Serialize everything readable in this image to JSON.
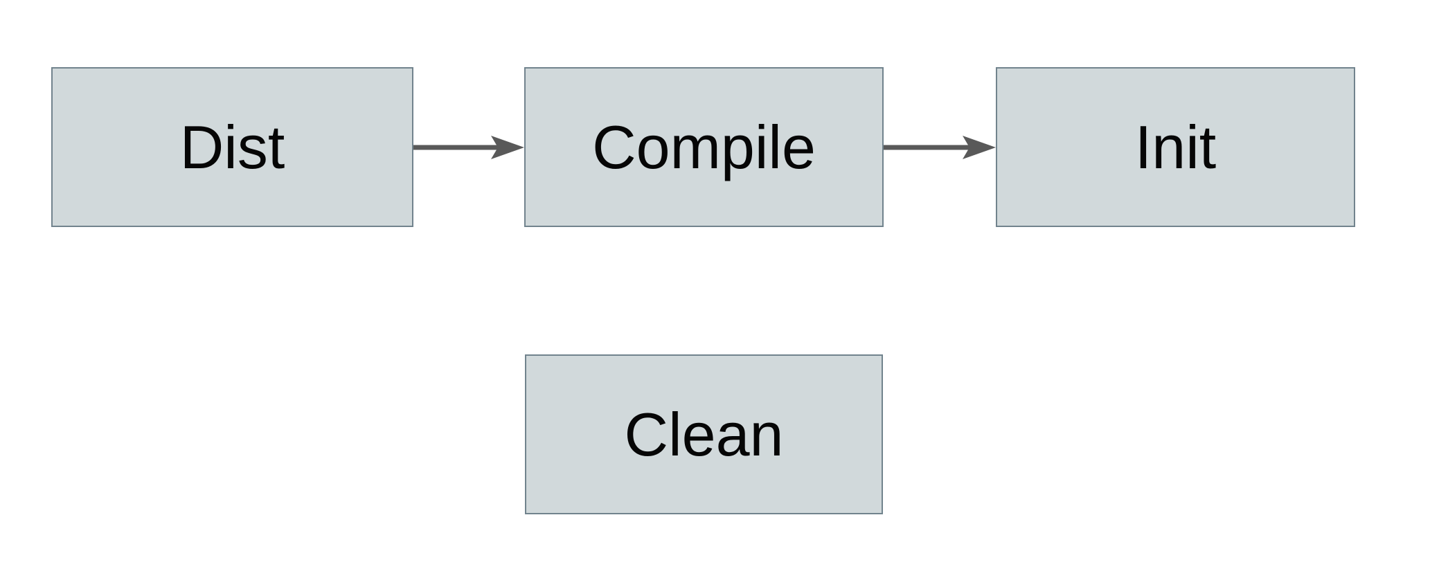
{
  "diagram": {
    "title": "build-targets-flow",
    "colors": {
      "node_fill": "#d1d9db",
      "node_border": "#71838d",
      "arrow_color": "#595959",
      "text_color": "#060606",
      "background": "#ffffff"
    },
    "nodes": [
      {
        "id": "dist",
        "label": "Dist"
      },
      {
        "id": "compile",
        "label": "Compile"
      },
      {
        "id": "init",
        "label": "Init"
      },
      {
        "id": "clean",
        "label": "Clean"
      }
    ],
    "edges": [
      {
        "from": "dist",
        "to": "compile",
        "direction": "right"
      },
      {
        "from": "compile",
        "to": "init",
        "direction": "right"
      }
    ]
  }
}
